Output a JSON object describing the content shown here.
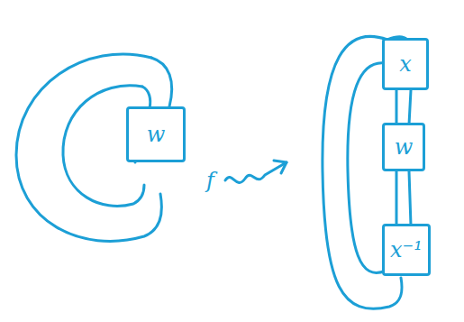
{
  "diagram": {
    "nodes": [
      {
        "text": [
          "w"
        ]
      },
      {
        "text": [
          "x"
        ]
      },
      {
        "text": [
          "w"
        ]
      },
      {
        "text": [
          "x⁻¹"
        ]
      }
    ],
    "labels": [
      "f"
    ]
  }
}
